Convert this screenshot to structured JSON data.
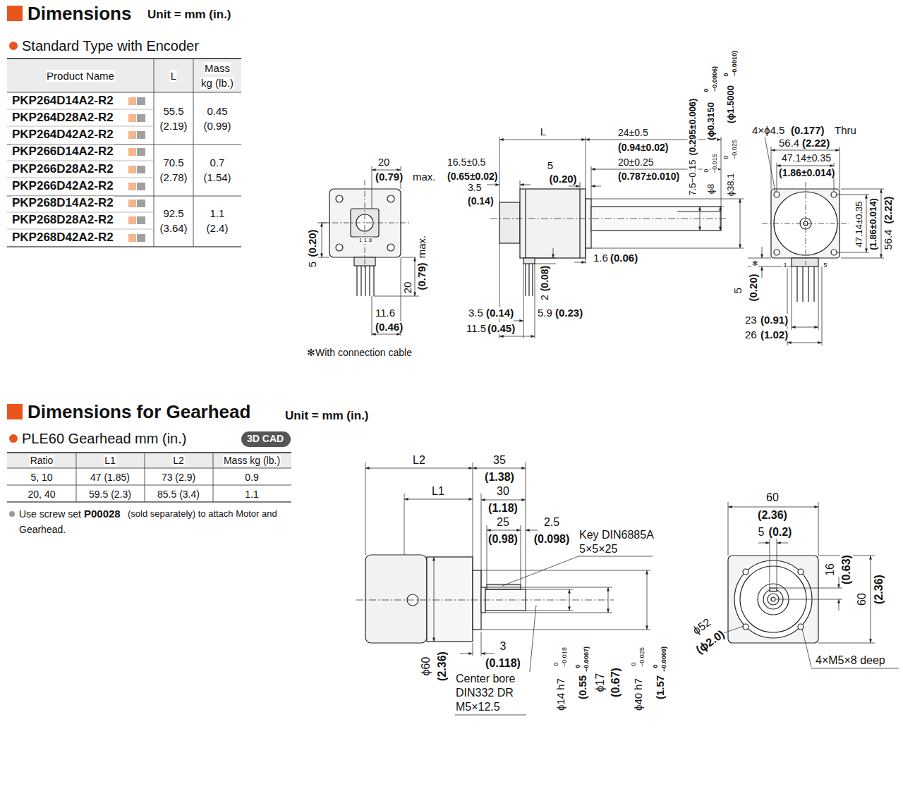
{
  "diagram": {
    "title": "Dimensions",
    "nodes": [
      {
        "text": [
          "3D CAD"
        ]
      }
    ],
    "labels": [
      "Unit = mm (in.)",
      "Standard Type with Encoder",
      "Product Name",
      "L",
      "Mass",
      "kg (lb.)",
      "PKP264D14A2-R2",
      "PKP264D28A2-R2",
      "PKP264D42A2-R2",
      "PKP266D14A2-R2",
      "PKP266D28A2-R2",
      "PKP266D42A2-R2",
      "PKP268D14A2-R2",
      "PKP268D28A2-R2",
      "PKP268D42A2-R2",
      "55.5",
      "(2.19)",
      "0.45",
      "(0.99)",
      "70.5",
      "(2.78)",
      "0.7",
      "(1.54)",
      "92.5",
      "(3.64)",
      "1.1",
      "(2.4)",
      "20",
      "(0.79)",
      "max.",
      "5",
      "(0.20)",
      "20",
      "(0.79)",
      "max.",
      "1",
      "1",
      "8",
      "11.6",
      "(0.46)",
      "✻With connection cable",
      "L",
      "24±0.5",
      "(0.94±0.02)",
      "20±0.25",
      "(0.787±0.010)",
      "16.5±0.5",
      "(0.65±0.02)",
      "3.5",
      "(0.14)",
      "5",
      "(0.20)",
      "1.6",
      "(0.06)",
      "2",
      "(0.08)",
      "3.5",
      "(0.14)",
      "5.9",
      "(0.23)",
      "11.5",
      "(0.45)",
      "7.5−0.15",
      "(0.295±0.006)",
      "ϕ8",
      "0",
      "−0.015",
      "(ϕ0.3150",
      "0",
      "−0.0006)",
      "ϕ38.1",
      "0",
      "−0.025",
      "(ϕ1.5000",
      "0",
      "−0.0010)",
      "4×ϕ4.5",
      "(0.177)",
      "Thru",
      "56.4",
      "(2.22)",
      "47.14±0.35",
      "(1.86±0.014)",
      "47.14±0.35",
      "(1.86±0.014)",
      "56.4",
      "(2.22)",
      "5",
      "(0.20)",
      "✻",
      "1",
      "5",
      "23",
      "(0.91)",
      "26",
      "(1.02)",
      "Dimensions for Gearhead",
      "Unit = mm (in.)",
      "PLE60 Gearhead mm (in.)",
      "Ratio",
      "L1",
      "L2",
      "Mass kg (lb.)",
      "5, 10",
      "47 (1.85)",
      "73 (2.9)",
      "0.9",
      "20, 40",
      "59.5 (2.3)",
      "85.5 (3.4)",
      "1.1",
      "Use screw set",
      "P00028",
      "(sold separately) to attach Motor and",
      "Gearhead.",
      "L2",
      "L1",
      "35",
      "(1.38)",
      "30",
      "(1.18)",
      "25",
      "(0.98)",
      "2.5",
      "(0.098)",
      "Key DIN6885A",
      "5×5×25",
      "3",
      "(0.118)",
      "Center bore DIN332 DR M5×12.5",
      "ϕ60",
      "(2.36)",
      "ϕ14 h7",
      "0",
      "−0.018",
      "(0.55",
      "0",
      "−0.0007)",
      "ϕ17",
      "(0.67)",
      "ϕ40 h7",
      "0",
      "−0.025",
      "(1.57",
      "0",
      "−0.0009)",
      "60",
      "(2.36)",
      "5",
      "(0.2)",
      "16",
      "(0.63)",
      "60",
      "(2.36)",
      "ϕ52",
      "(ϕ2.0)",
      "4×M5×8 deep"
    ]
  }
}
